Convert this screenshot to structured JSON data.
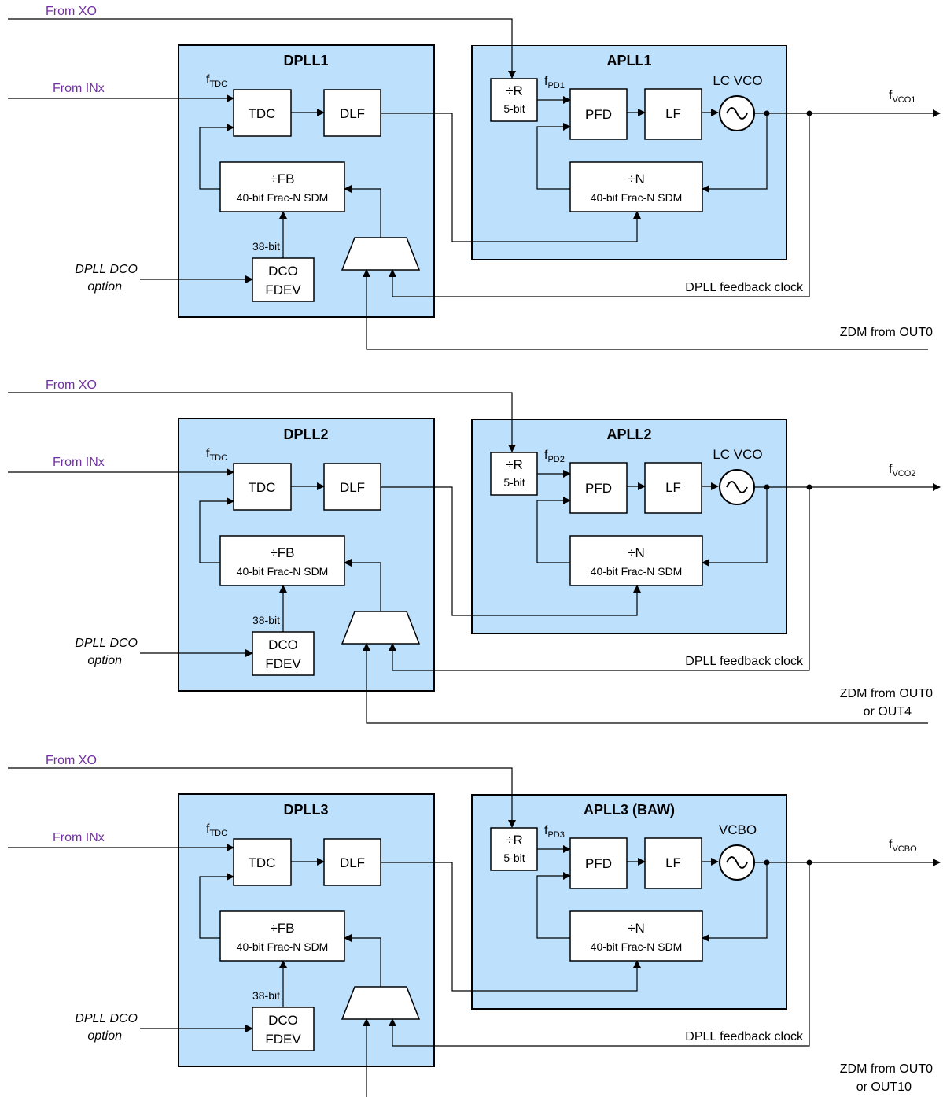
{
  "sections": [
    {
      "dpll_title": "DPLL1",
      "apll_title": "APLL1",
      "osc_label": "LC VCO",
      "pd_label_main": "f",
      "pd_label_sub": "PD1",
      "out_label_main": "f",
      "out_label_sub": "VCO1",
      "zdm_lines": [
        "ZDM from OUT0"
      ]
    },
    {
      "dpll_title": "DPLL2",
      "apll_title": "APLL2",
      "osc_label": "LC VCO",
      "pd_label_main": "f",
      "pd_label_sub": "PD2",
      "out_label_main": "f",
      "out_label_sub": "VCO2",
      "zdm_lines": [
        "ZDM from OUT0",
        "or OUT4"
      ]
    },
    {
      "dpll_title": "DPLL3",
      "apll_title": "APLL3 (BAW)",
      "osc_label": "VCBO",
      "pd_label_main": "f",
      "pd_label_sub": "PD3",
      "out_label_main": "f",
      "out_label_sub": "VCBO",
      "zdm_lines": [
        "ZDM from OUT0",
        "or OUT10"
      ]
    }
  ],
  "common": {
    "from_xo": "From XO",
    "from_inx": "From INx",
    "tdc_label_main": "f",
    "tdc_label_sub": "TDC",
    "tdc": "TDC",
    "dlf": "DLF",
    "fb_div_line1": "÷FB",
    "fb_div_line2": "40-bit Frac-N SDM",
    "bits_38": "38-bit",
    "dco_line1": "DCO",
    "dco_line2": "FDEV",
    "dco_option_line1": "DPLL DCO",
    "dco_option_line2": "option",
    "r_div_line1": "÷R",
    "r_div_line2": "5-bit",
    "pfd": "PFD",
    "lf": "LF",
    "n_div_line1": "÷N",
    "n_div_line2": "40-bit Frac-N SDM",
    "feedback_label": "DPLL feedback clock"
  }
}
